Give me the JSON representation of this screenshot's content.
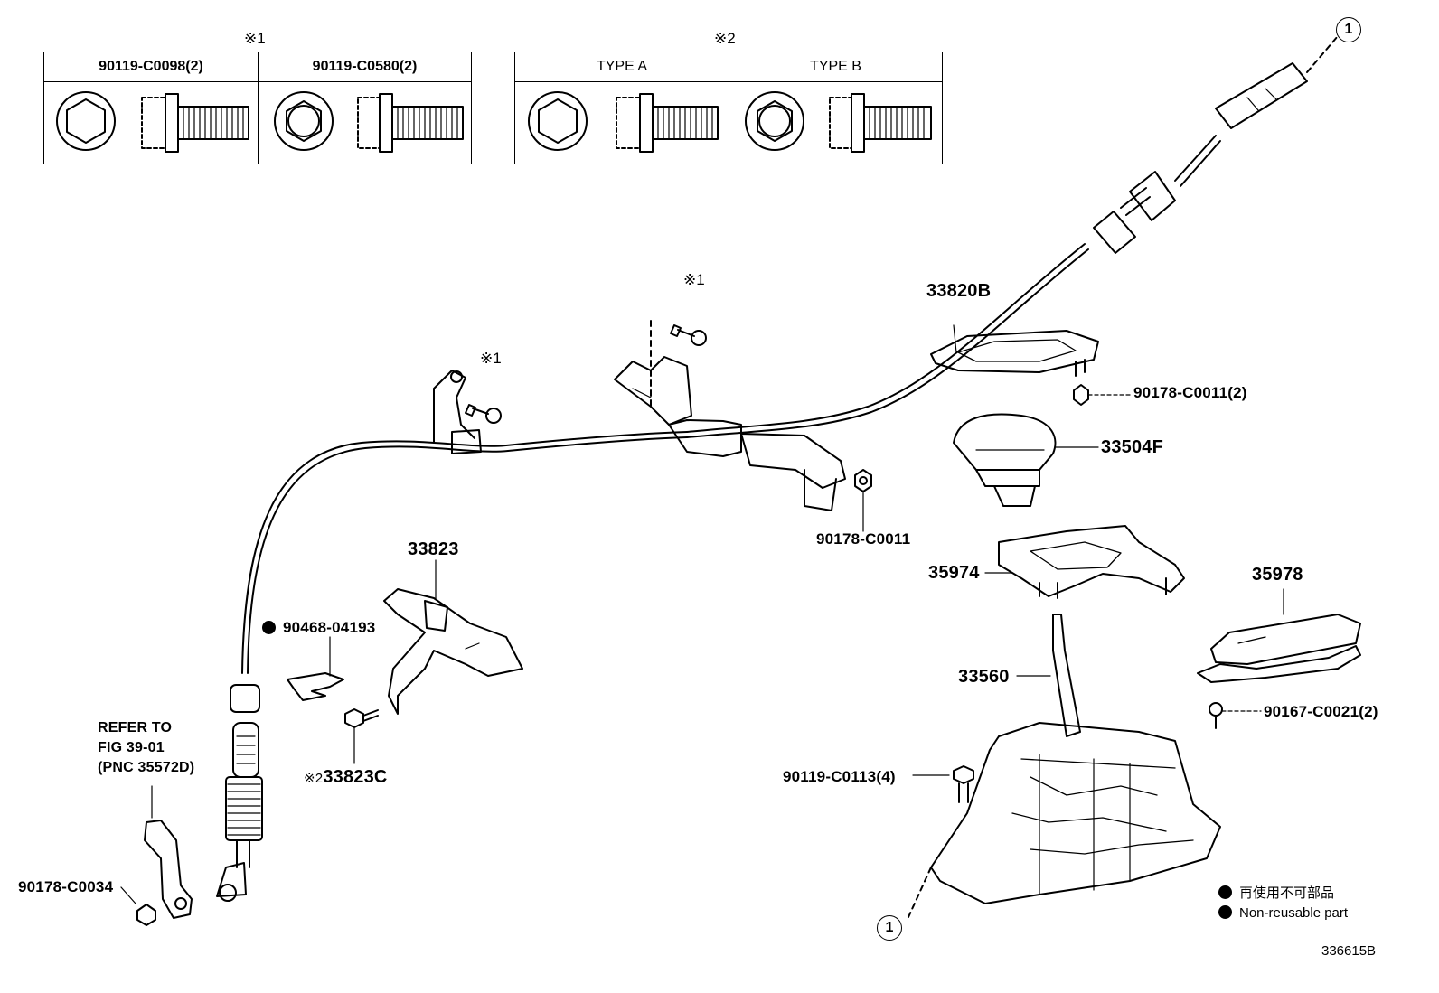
{
  "tables": [
    {
      "mark": "※1",
      "headers": [
        "90119-C0098(2)",
        "90119-C0580(2)"
      ]
    },
    {
      "mark": "※2",
      "headers": [
        "TYPE A",
        "TYPE B"
      ]
    }
  ],
  "parts": {
    "p33820B": "33820B",
    "p90178_C0011_2": "90178-C0011(2)",
    "p33504F": "33504F",
    "p90178_C0011": "90178-C0011",
    "p35974": "35974",
    "p35978": "35978",
    "p33823": "33823",
    "p90468_04193": "90468-04193",
    "p33560": "33560",
    "p90167_C0021_2": "90167-C0021(2)",
    "p90119_C0113_4": "90119-C0113(4)",
    "p33823C": "33823C",
    "p90178_C0034": "90178-C0034"
  },
  "marks": {
    "star1_top": "※1",
    "star1_left": "※1",
    "star2_33823C": "※2"
  },
  "refer": [
    "REFER TO",
    "FIG 39-01",
    "(PNC 35572D)"
  ],
  "callouts": {
    "top": "1",
    "bottom": "1"
  },
  "legend": {
    "jp": "再使用不可部品",
    "en": "Non-reusable part"
  },
  "figure_id": "336615B"
}
